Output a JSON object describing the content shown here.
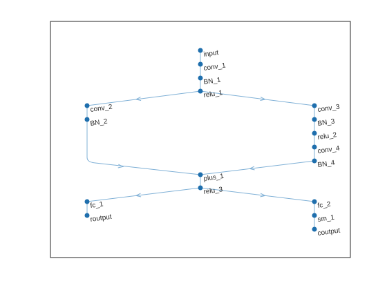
{
  "graph": {
    "nodes": [
      {
        "id": "input",
        "label": "input"
      },
      {
        "id": "conv_1",
        "label": "conv_1"
      },
      {
        "id": "BN_1",
        "label": "BN_1"
      },
      {
        "id": "relu_1",
        "label": "relu_1"
      },
      {
        "id": "conv_2",
        "label": "conv_2"
      },
      {
        "id": "BN_2",
        "label": "BN_2"
      },
      {
        "id": "conv_3",
        "label": "conv_3"
      },
      {
        "id": "BN_3",
        "label": "BN_3"
      },
      {
        "id": "relu_2",
        "label": "relu_2"
      },
      {
        "id": "conv_4",
        "label": "conv_4"
      },
      {
        "id": "BN_4",
        "label": "BN_4"
      },
      {
        "id": "plus_1",
        "label": "plus_1"
      },
      {
        "id": "relu_3",
        "label": "relu_3"
      },
      {
        "id": "fc_1",
        "label": "fc_1"
      },
      {
        "id": "routput",
        "label": "routput"
      },
      {
        "id": "fc_2",
        "label": "fc_2"
      },
      {
        "id": "sm_1",
        "label": "sm_1"
      },
      {
        "id": "coutput",
        "label": "coutput"
      }
    ],
    "edges": [
      [
        "input",
        "conv_1"
      ],
      [
        "conv_1",
        "BN_1"
      ],
      [
        "BN_1",
        "relu_1"
      ],
      [
        "relu_1",
        "conv_2"
      ],
      [
        "relu_1",
        "conv_3"
      ],
      [
        "conv_2",
        "BN_2"
      ],
      [
        "BN_2",
        "plus_1"
      ],
      [
        "conv_3",
        "BN_3"
      ],
      [
        "BN_3",
        "relu_2"
      ],
      [
        "relu_2",
        "conv_4"
      ],
      [
        "conv_4",
        "BN_4"
      ],
      [
        "BN_4",
        "plus_1"
      ],
      [
        "plus_1",
        "relu_3"
      ],
      [
        "relu_3",
        "fc_1"
      ],
      [
        "relu_3",
        "fc_2"
      ],
      [
        "fc_1",
        "routput"
      ],
      [
        "fc_2",
        "sm_1"
      ],
      [
        "sm_1",
        "coutput"
      ]
    ]
  },
  "colors": {
    "node": "#1f6fad",
    "edge": "#7fb0d6",
    "frame": "#262626"
  }
}
